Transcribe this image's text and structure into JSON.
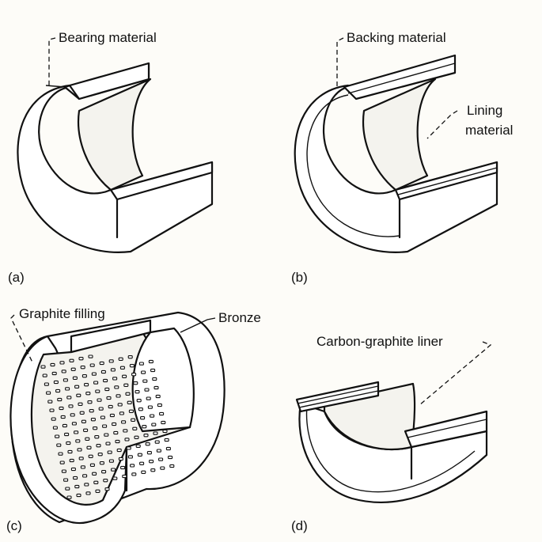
{
  "panels": {
    "a": {
      "caption": "(a)",
      "label": "Bearing material"
    },
    "b": {
      "caption": "(b)",
      "label_backing": "Backing material",
      "label_lining_1": "Lining",
      "label_lining_2": "material"
    },
    "c": {
      "caption": "(c)",
      "label_graphite": "Graphite filling",
      "label_bronze": "Bronze"
    },
    "d": {
      "caption": "(d)",
      "label": "Carbon-graphite liner"
    }
  }
}
